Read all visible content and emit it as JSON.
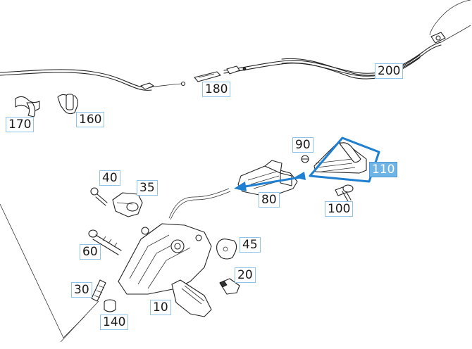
{
  "diagram": {
    "highlight_color": "#1f7fd1",
    "active_label_color": "#6fb4e6",
    "label_border_color": "#8fc3ea",
    "parts": [
      {
        "id": "p10",
        "label": "10",
        "active": false
      },
      {
        "id": "p20",
        "label": "20",
        "active": false
      },
      {
        "id": "p30",
        "label": "30",
        "active": false
      },
      {
        "id": "p35",
        "label": "35",
        "active": false
      },
      {
        "id": "p40",
        "label": "40",
        "active": false
      },
      {
        "id": "p45",
        "label": "45",
        "active": false
      },
      {
        "id": "p60",
        "label": "60",
        "active": false
      },
      {
        "id": "p80",
        "label": "80",
        "active": false
      },
      {
        "id": "p90",
        "label": "90",
        "active": false
      },
      {
        "id": "p100",
        "label": "100",
        "active": false
      },
      {
        "id": "p110",
        "label": "110",
        "active": true
      },
      {
        "id": "p140",
        "label": "140",
        "active": false
      },
      {
        "id": "p160",
        "label": "160",
        "active": false
      },
      {
        "id": "p170",
        "label": "170",
        "active": false
      },
      {
        "id": "p180",
        "label": "180",
        "active": false
      },
      {
        "id": "p200",
        "label": "200",
        "active": false
      }
    ]
  }
}
